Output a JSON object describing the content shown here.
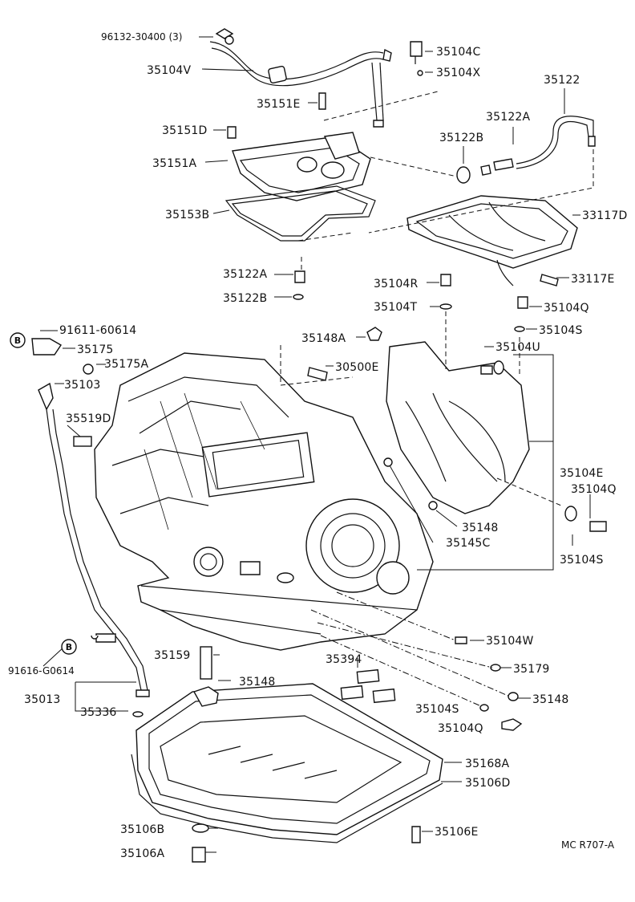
{
  "callouts": {
    "p96132": "96132-30400 (3)",
    "p35104V": "35104V",
    "p35104C": "35104C",
    "p35104X": "35104X",
    "p35122": "35122",
    "p35151E": "35151E",
    "p35122A_top": "35122A",
    "p35151D": "35151D",
    "p35122B_top": "35122B",
    "p35151A": "35151A",
    "p35153B": "35153B",
    "p33117D": "33117D",
    "p35122A_mid": "35122A",
    "p35104R": "35104R",
    "p33117E": "33117E",
    "p35122B_mid": "35122B",
    "p35104T": "35104T",
    "p35104Q_1": "35104Q",
    "p91611": "91611-60614",
    "p35148A": "35148A",
    "p35104S_1": "35104S",
    "p35175": "35175",
    "p35104U": "35104U",
    "p35175A": "35175A",
    "p30500E": "30500E",
    "p35103": "35103",
    "p35519D": "35519D",
    "p35104E": "35104E",
    "p35104Q_2": "35104Q",
    "p35148_1": "35148",
    "p35145C": "35145C",
    "p35104S_2": "35104S",
    "p35104W": "35104W",
    "p91616": "91616-G0614",
    "p35159": "35159",
    "p35394": "35394",
    "p35179": "35179",
    "p35148_2": "35148",
    "p35148_3": "35148",
    "p35013": "35013",
    "p35336": "35336",
    "p35104S_3": "35104S",
    "p35104Q_3": "35104Q",
    "p35168A": "35168A",
    "p35106D": "35106D",
    "p35106B": "35106B",
    "p35106E": "35106E",
    "p35106A": "35106A"
  },
  "markers": {
    "b_top": "B",
    "b_bottom": "B"
  },
  "footer": {
    "code": "MC R707-A"
  }
}
